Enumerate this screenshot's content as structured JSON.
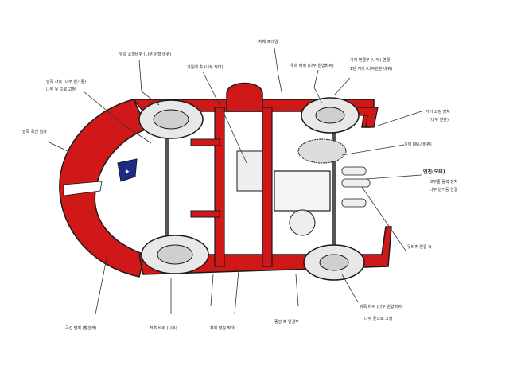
{
  "diagram": {
    "colors": {
      "frame": "#d01818",
      "outline": "#1a1a1a",
      "stripe": "#ffffff",
      "line": "#333333",
      "badge": "#1e2a88"
    },
    "icons": [
      "wheel-icon",
      "emblem-icon"
    ],
    "labels": {
      "front_wheel": "앞쪽 소형바퀴 (나무 원형 바퀴)",
      "frame_top": "차체 프레임",
      "right_wheel_top": "우측 바퀴 (나무 원형바퀴)",
      "top_right_a": "기어 연결부 (나무) 연결",
      "top_right_b": "1단 기어 (나무원판 바퀴)",
      "upper_left_a": "앞쪽 차축 (나무 원기둥)",
      "upper_left_b": "나무 못 으로 고정",
      "center_top": "가운데 축 (나무 막대)",
      "far_left": "앞쪽 곡선 범퍼",
      "right_mid_a": "기어 고정 장치",
      "right_mid_b": "(나무 원판)",
      "gear_sprocket": "기어 (톱니 바퀴)",
      "engine_title": "엔진(모터)",
      "engine_b": "고무줄 동력 장치",
      "engine_c": "나무 원기둥 연결",
      "right_lower": "뒷바퀴 연결 축",
      "bottom_right_a": "뒤쪽 바퀴 (나무 원형바퀴)",
      "bottom_right_b": "나무 못으로 고정",
      "bottom_mid": "중앙 축 연결부",
      "bottom_center": "차체 받침 막대",
      "bottom_left_mid": "좌측 바퀴 (나무)",
      "bottom_left": "곡선 범퍼 (빨간색)"
    }
  }
}
